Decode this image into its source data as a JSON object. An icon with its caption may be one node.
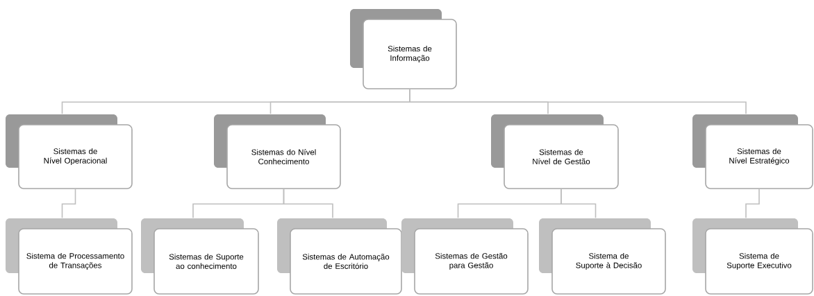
{
  "diagram": {
    "nodes": [
      {
        "text": [
          "Sistemas de Informação"
        ]
      },
      {
        "text": [
          "Sistemas de Nível Operacional"
        ]
      },
      {
        "text": [
          "Sistemas do Nível Conhecimento"
        ]
      },
      {
        "text": [
          "Sistemas de Nível de Gestão"
        ]
      },
      {
        "text": [
          "Sistemas de Nível Estratégico"
        ]
      },
      {
        "text": [
          "Sistema de Processamento de Transações"
        ]
      },
      {
        "text": [
          "Sistemas de Suporte ao conhecimento"
        ]
      },
      {
        "text": [
          "Sistemas de Automação de Escritório"
        ]
      },
      {
        "text": [
          "Sistemas de Gestão para Gestão"
        ]
      },
      {
        "text": [
          "Sistema de Suporte à Decisão"
        ]
      },
      {
        "text": [
          "Sistema de Suporte Executivo"
        ]
      }
    ],
    "edges": [
      {
        "from": 0,
        "to": 1,
        "arrow": "none"
      },
      {
        "from": 0,
        "to": 2,
        "arrow": "none"
      },
      {
        "from": 0,
        "to": 3,
        "arrow": "none"
      },
      {
        "from": 0,
        "to": 4,
        "arrow": "none"
      },
      {
        "from": 1,
        "to": 5,
        "arrow": "none"
      },
      {
        "from": 2,
        "to": 6,
        "arrow": "none"
      },
      {
        "from": 2,
        "to": 7,
        "arrow": "none"
      },
      {
        "from": 3,
        "to": 8,
        "arrow": "none"
      },
      {
        "from": 3,
        "to": 9,
        "arrow": "none"
      },
      {
        "from": 4,
        "to": 10,
        "arrow": "none"
      }
    ]
  }
}
